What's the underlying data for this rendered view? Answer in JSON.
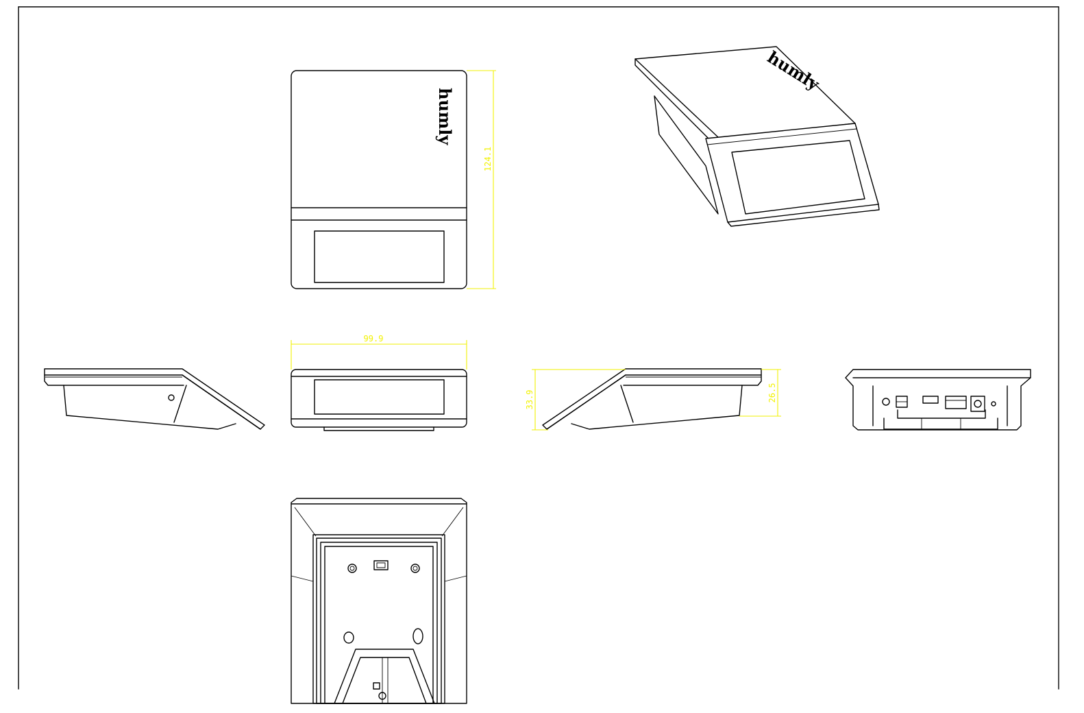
{
  "brand": {
    "logo_text": "humly"
  },
  "dimensions": {
    "height_top_view": "124.1",
    "width_front_view": "99.9",
    "side_total_height": "33.9",
    "side_body_height": "26.5"
  },
  "colors": {
    "line": "#000000",
    "dimension": "#f2f200",
    "background": "#ffffff"
  },
  "views": [
    "top-view",
    "isometric-view",
    "left-side-view",
    "front-view",
    "right-side-view",
    "rear-view",
    "bottom-view"
  ]
}
